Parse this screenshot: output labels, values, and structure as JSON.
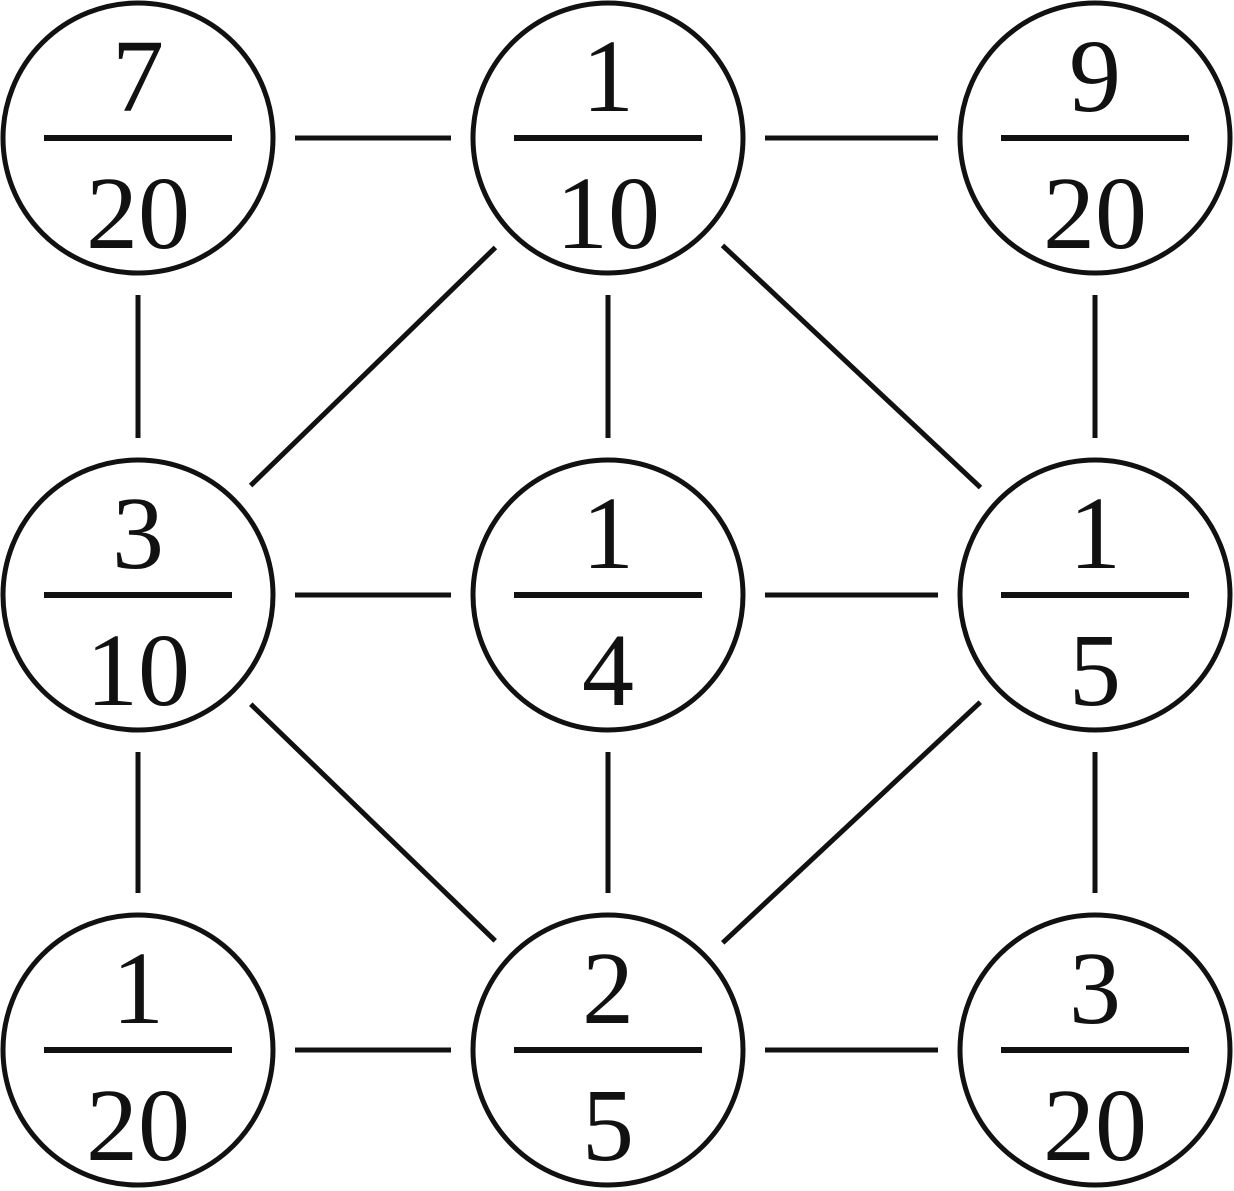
{
  "nodes": [
    {
      "id": "r0c0",
      "numerator": "7",
      "denominator": "20"
    },
    {
      "id": "r0c1",
      "numerator": "1",
      "denominator": "10"
    },
    {
      "id": "r0c2",
      "numerator": "9",
      "denominator": "20"
    },
    {
      "id": "r1c0",
      "numerator": "3",
      "denominator": "10"
    },
    {
      "id": "r1c1",
      "numerator": "1",
      "denominator": "4"
    },
    {
      "id": "r1c2",
      "numerator": "1",
      "denominator": "5"
    },
    {
      "id": "r2c0",
      "numerator": "1",
      "denominator": "20"
    },
    {
      "id": "r2c1",
      "numerator": "2",
      "denominator": "5"
    },
    {
      "id": "r2c2",
      "numerator": "3",
      "denominator": "20"
    }
  ],
  "edges": [
    [
      "r0c0",
      "r0c1"
    ],
    [
      "r0c1",
      "r0c2"
    ],
    [
      "r1c0",
      "r1c1"
    ],
    [
      "r1c1",
      "r1c2"
    ],
    [
      "r2c0",
      "r2c1"
    ],
    [
      "r2c1",
      "r2c2"
    ],
    [
      "r0c0",
      "r1c0"
    ],
    [
      "r1c0",
      "r2c0"
    ],
    [
      "r0c1",
      "r1c1"
    ],
    [
      "r1c1",
      "r2c1"
    ],
    [
      "r0c2",
      "r1c2"
    ],
    [
      "r1c2",
      "r2c2"
    ],
    [
      "r0c1",
      "r1c0"
    ],
    [
      "r0c1",
      "r1c2"
    ],
    [
      "r1c0",
      "r2c1"
    ],
    [
      "r1c2",
      "r2c1"
    ]
  ]
}
